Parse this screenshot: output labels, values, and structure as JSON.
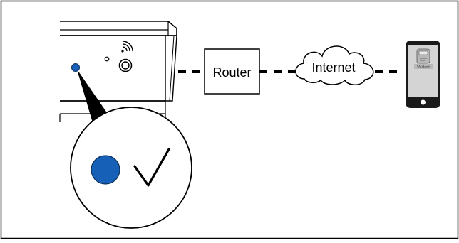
{
  "diagram": {
    "router_label": "Router",
    "cloud_label": "Internet",
    "phone_brand": "Vaillant",
    "colors": {
      "led": "#1660b8",
      "outline": "#000000",
      "device_fill": "#ffffff",
      "phone_body": "#1a1a1a",
      "phone_screen": "#d4d4d4",
      "phone_app": "#b8b8b8"
    },
    "status": {
      "led_state": "on",
      "connection_ok": true
    },
    "icons": {
      "wifi": "wifi-icon",
      "check": "check-icon",
      "cloud": "cloud-icon"
    }
  }
}
